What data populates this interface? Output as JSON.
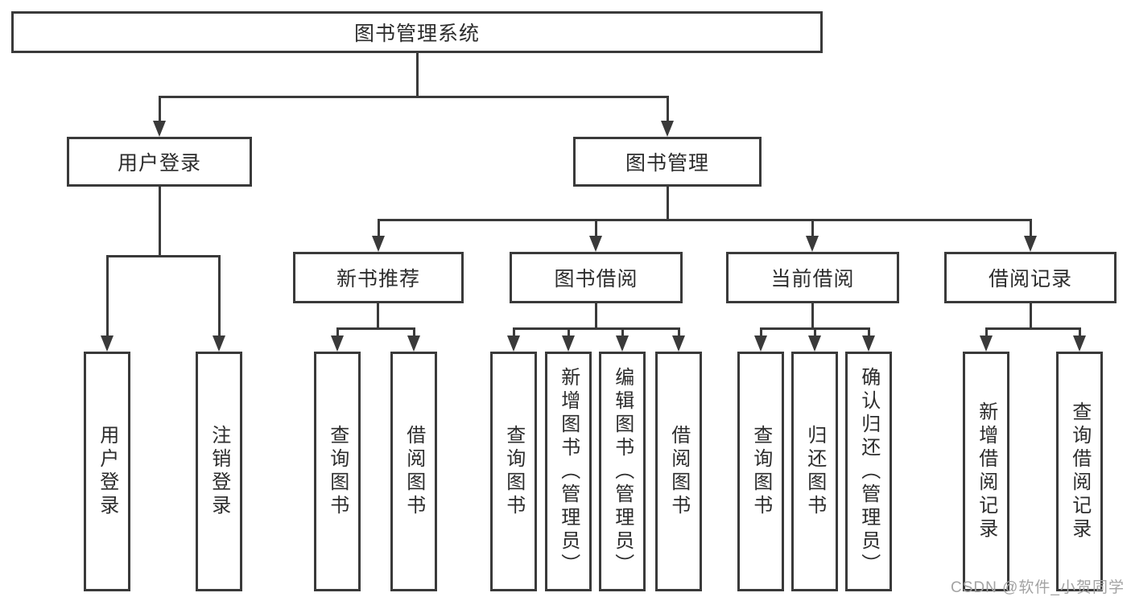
{
  "tree": {
    "root": {
      "label": "图书管理系统"
    },
    "branches": [
      {
        "label": "用户登录",
        "children": [
          {
            "label": "用户登录"
          },
          {
            "label": "注销登录"
          }
        ]
      },
      {
        "label": "图书管理",
        "children": [
          {
            "label": "新书推荐",
            "children": [
              {
                "label": "查询图书"
              },
              {
                "label": "借阅图书"
              }
            ]
          },
          {
            "label": "图书借阅",
            "children": [
              {
                "label": "查询图书"
              },
              {
                "label": "新增图书（管理员）"
              },
              {
                "label": "编辑图书（管理员）"
              },
              {
                "label": "借阅图书"
              }
            ]
          },
          {
            "label": "当前借阅",
            "children": [
              {
                "label": "查询图书"
              },
              {
                "label": "归还图书"
              },
              {
                "label": "确认归还（管理员）"
              }
            ]
          },
          {
            "label": "借阅记录",
            "children": [
              {
                "label": "新增借阅记录"
              },
              {
                "label": "查询借阅记录"
              }
            ]
          }
        ]
      }
    ]
  },
  "watermark": {
    "text": "CSDN @软件_小贺同学"
  },
  "colors": {
    "line": "#3a3a3a",
    "text": "#2c2c2c",
    "watermark": "#a3a3a3",
    "background": "#ffffff"
  }
}
